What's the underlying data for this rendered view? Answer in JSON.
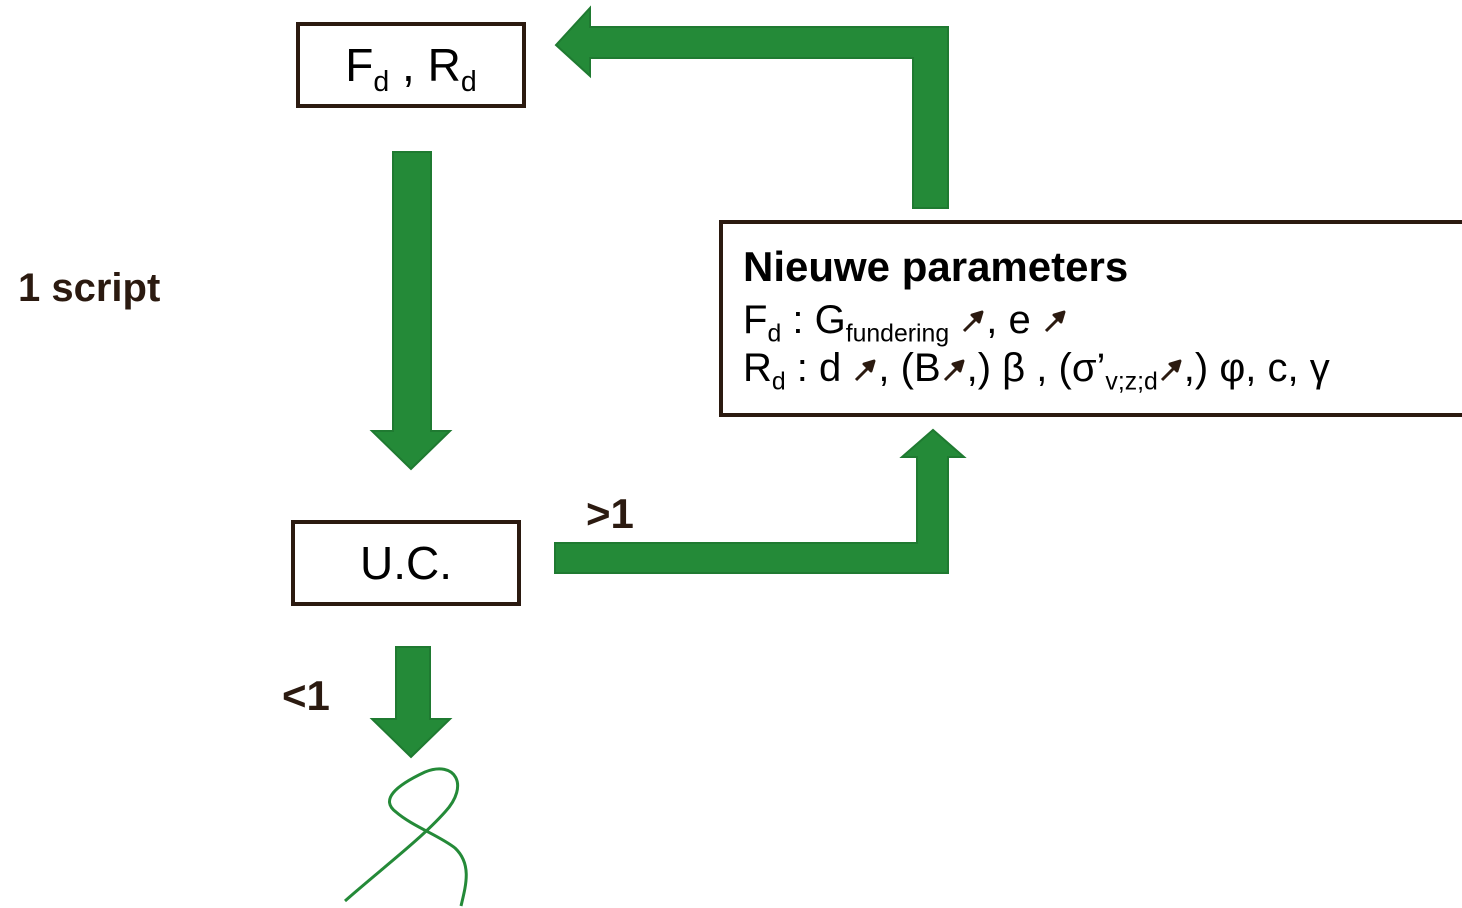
{
  "colors": {
    "arrow": "#248a38",
    "text": "#2b1a10",
    "border": "#2b1a10"
  },
  "node_fr": {
    "f": "F",
    "f_sub": "d",
    "sep": " , ",
    "r": "R",
    "r_sub": "d"
  },
  "node_uc": {
    "text": "U.C."
  },
  "side_label": "1 script",
  "gt_label": ">1",
  "lt_label": "<1",
  "params": {
    "title": "Nieuwe parameters",
    "fd_label": "F",
    "fd_sub": "d",
    "fd_colon": " : ",
    "g": "G",
    "g_sub": "fundering",
    "fd_mid": ", e ",
    "rd_label": "R",
    "rd_sub": "d",
    "rd_colon": " : ",
    "rd_a": "d ",
    "rd_b": ", (B",
    "rd_c": ",) β , (σ’",
    "sigma_sub": "v;z;d",
    "rd_d": ",) φ, c, γ"
  },
  "icons": {
    "increase": "up-right-arrow-icon",
    "failure": "tangle-curve-icon"
  }
}
